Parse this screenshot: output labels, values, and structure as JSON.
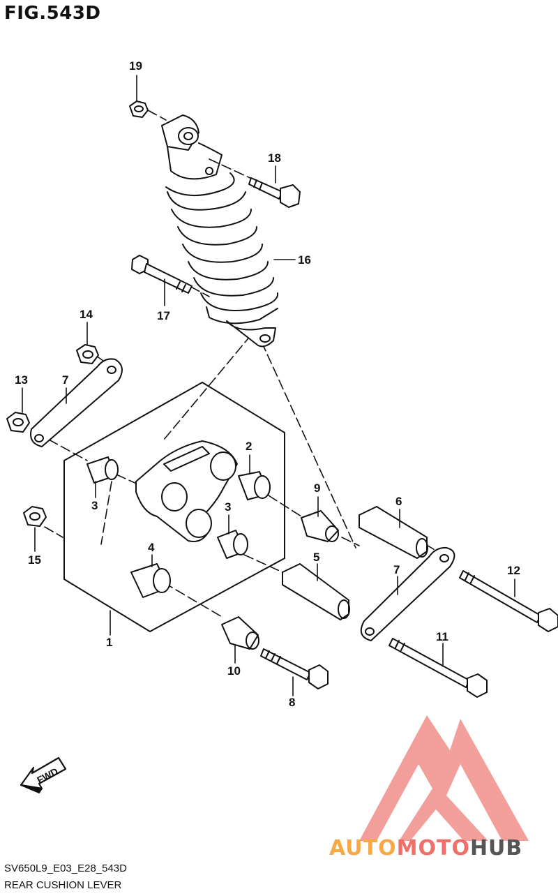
{
  "figure": {
    "title": "FIG.543D",
    "code": "SV650L9_E03_E28_543D",
    "caption": "REAR CUSHION LEVER"
  },
  "callouts": {
    "c1": "1",
    "c2": "2",
    "c3a": "3",
    "c3b": "3",
    "c4": "4",
    "c5": "5",
    "c6": "6",
    "c7a": "7",
    "c7b": "7",
    "c8": "8",
    "c9": "9",
    "c10": "10",
    "c11": "11",
    "c12": "12",
    "c13": "13",
    "c14": "14",
    "c15": "15",
    "c16": "16",
    "c17": "17",
    "c18": "18",
    "c19": "19"
  },
  "fwd_label": "FWD",
  "watermark": {
    "part1": "AUTO",
    "part2": "MOTO",
    "part3": "HUB",
    "colors": {
      "auto": "#f7a948",
      "moto": "#ef6f6a",
      "hub": "#555555",
      "logo": "#f29a96"
    }
  }
}
